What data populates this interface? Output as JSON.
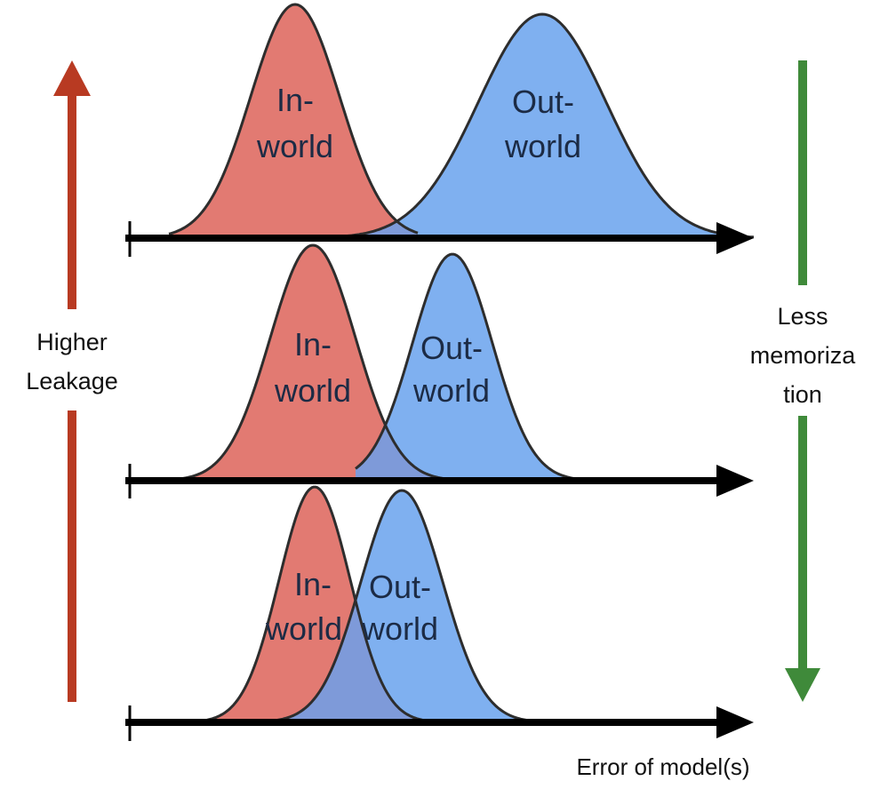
{
  "colors": {
    "in_world": "#e27a72",
    "out_world": "#7fb0f0",
    "overlap": "#7e98d6",
    "curve_outline": "#2d2d2d",
    "axis": "#000000",
    "leakage_arrow": "#b83a22",
    "memorization_arrow": "#3f8a3a"
  },
  "left_arrow": {
    "direction": "up",
    "label_lines": [
      "Higher",
      "Leakage"
    ]
  },
  "right_arrow": {
    "direction": "down",
    "label_lines": [
      "Less",
      "memoriza",
      "tion"
    ]
  },
  "x_axis_label": "Error of model(s)",
  "panels": [
    {
      "in_world": {
        "label_lines": [
          "In-",
          "world"
        ]
      },
      "out_world": {
        "label_lines": [
          "Out-",
          "world"
        ]
      }
    },
    {
      "in_world": {
        "label_lines": [
          "In-",
          "world"
        ]
      },
      "out_world": {
        "label_lines": [
          "Out-",
          "world"
        ]
      }
    },
    {
      "in_world": {
        "label_lines": [
          "In-",
          "world"
        ]
      },
      "out_world": {
        "label_lines": [
          "Out-",
          "world"
        ]
      }
    }
  ]
}
